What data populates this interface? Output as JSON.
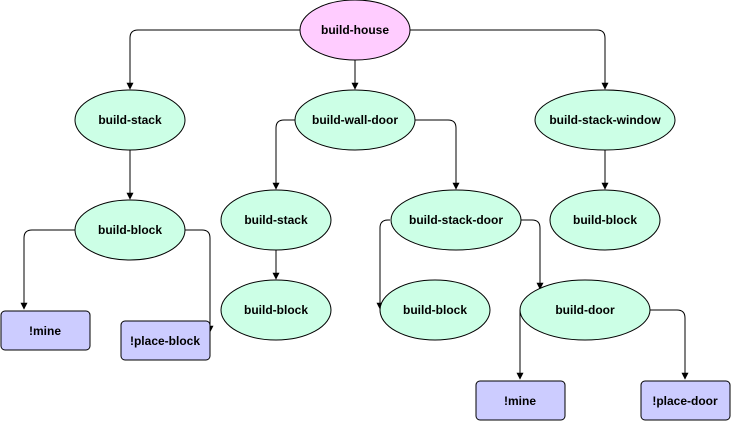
{
  "colors": {
    "root_fill": "#ffccff",
    "task_fill": "#ccffe6",
    "action_fill": "#ccccff",
    "stroke": "#000000"
  },
  "nodes": {
    "build_house": {
      "label": "build-house",
      "kind": "root"
    },
    "build_stack_1": {
      "label": "build-stack",
      "kind": "task"
    },
    "build_wall_door": {
      "label": "build-wall-door",
      "kind": "task"
    },
    "build_stack_window": {
      "label": "build-stack-window",
      "kind": "task"
    },
    "build_block_1": {
      "label": "build-block",
      "kind": "task"
    },
    "build_stack_2": {
      "label": "build-stack",
      "kind": "task"
    },
    "build_stack_door": {
      "label": "build-stack-door",
      "kind": "task"
    },
    "build_block_window": {
      "label": "build-block",
      "kind": "task"
    },
    "mine_1": {
      "label": "!mine",
      "kind": "action"
    },
    "place_block": {
      "label": "!place-block",
      "kind": "action"
    },
    "build_block_2": {
      "label": "build-block",
      "kind": "task"
    },
    "build_block_3": {
      "label": "build-block",
      "kind": "task"
    },
    "build_door": {
      "label": "build-door",
      "kind": "task"
    },
    "mine_2": {
      "label": "!mine",
      "kind": "action"
    },
    "place_door": {
      "label": "!place-door",
      "kind": "action"
    }
  }
}
